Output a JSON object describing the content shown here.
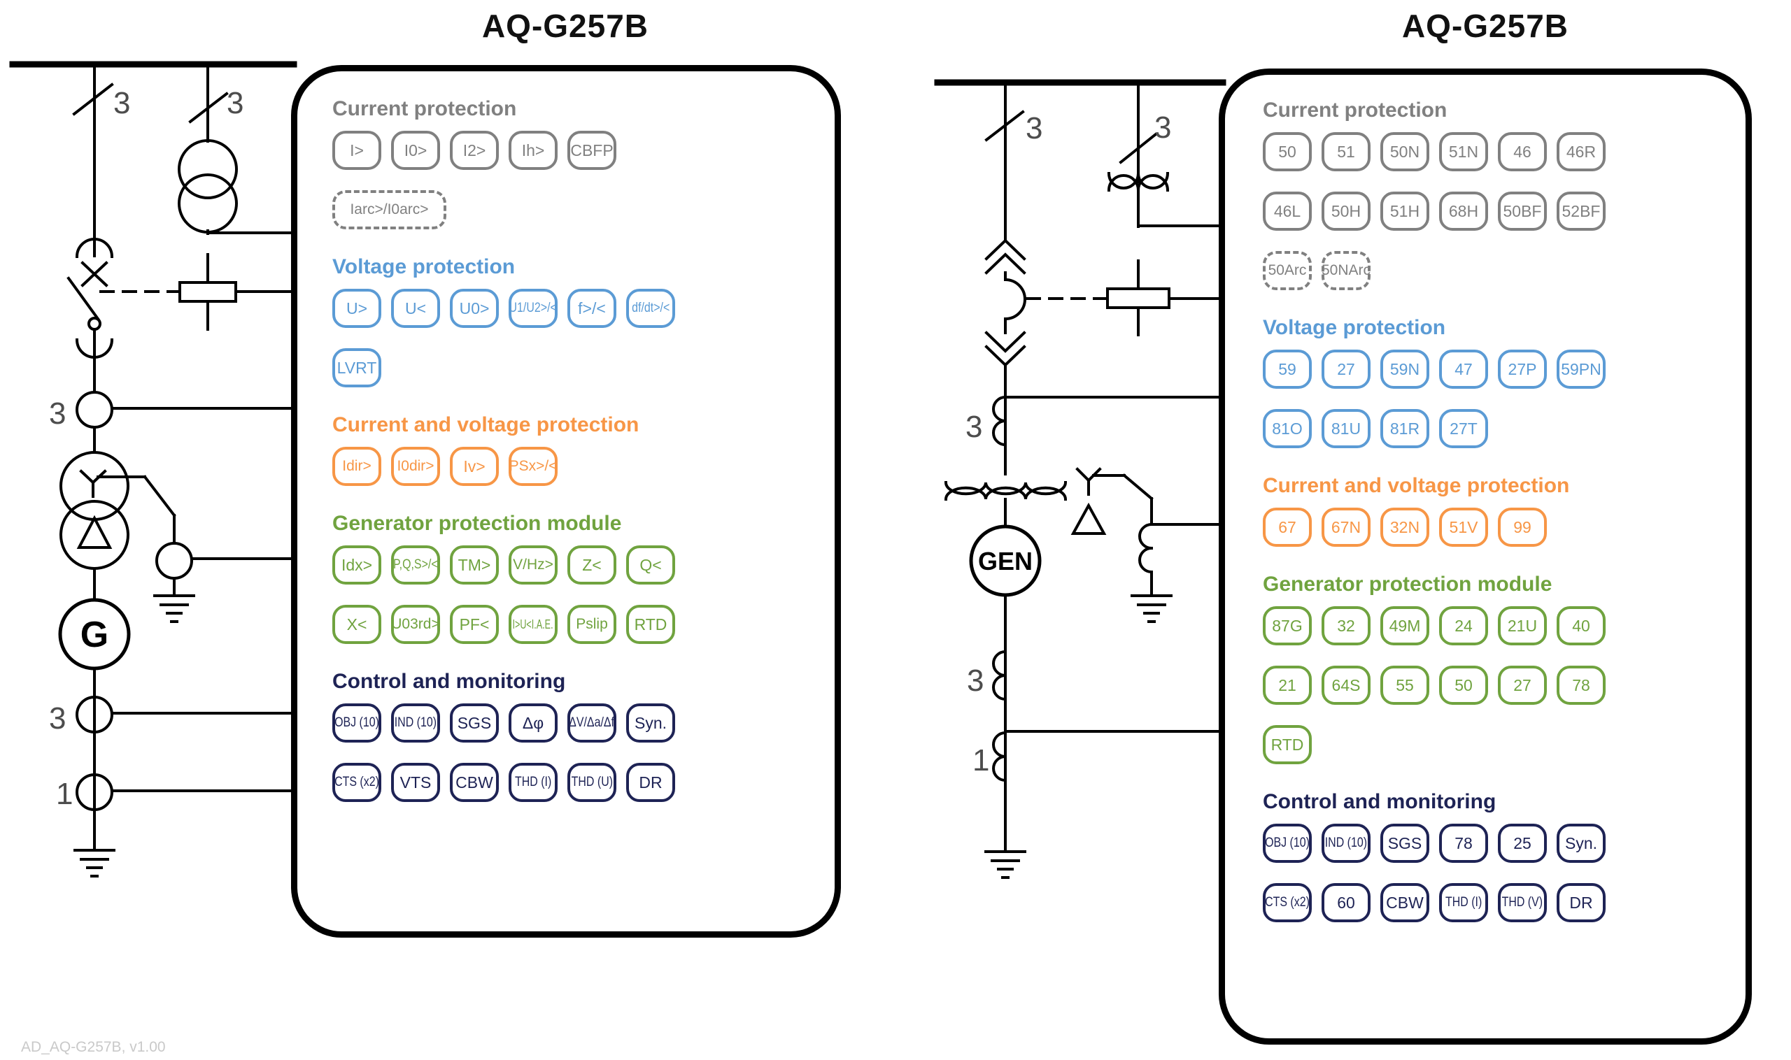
{
  "footer": {
    "version": "AD_AQ-G257B, v1.00"
  },
  "colors": {
    "current": "#808080",
    "voltage": "#5b9bd5",
    "current_voltage": "#f79646",
    "generator": "#70a33f",
    "control": "#1e2355"
  },
  "panels": [
    {
      "title": "AQ-G257B",
      "diagram": {
        "incomer_phases": "3",
        "vt_phases": "3",
        "hv_ct_phases": "3",
        "stator_ct_phases": "3",
        "neutral_ct_phases": "1",
        "generator_label": "G"
      },
      "sections": [
        {
          "title": "Current protection",
          "color": "#808080",
          "rows": [
            {
              "dashed": false,
              "badges": [
                "I>",
                "I0>",
                "I2>",
                "Ih>",
                "CBFP"
              ]
            },
            {
              "dashed": true,
              "badges": [
                "Iarc>/I0arc>"
              ]
            }
          ]
        },
        {
          "title": "Voltage protection",
          "color": "#5b9bd5",
          "rows": [
            {
              "dashed": false,
              "badges": [
                "U>",
                "U<",
                "U0>",
                "U1/U2>/<",
                "f>/<",
                "df/dt>/<"
              ]
            },
            {
              "dashed": false,
              "badges": [
                "LVRT"
              ]
            }
          ]
        },
        {
          "title": "Current and voltage protection",
          "color": "#f79646",
          "rows": [
            {
              "dashed": false,
              "badges": [
                "Idir>",
                "I0dir>",
                "Iv>",
                "PSx>/<"
              ]
            }
          ]
        },
        {
          "title": "Generator protection module",
          "color": "#70a33f",
          "rows": [
            {
              "dashed": false,
              "badges": [
                "Idx>",
                "P,Q,S>/<",
                "TM>",
                "V/Hz>",
                "Z<",
                "Q<"
              ]
            },
            {
              "dashed": false,
              "badges": [
                "X<",
                "U03rd>",
                "PF<",
                "I>U<I.A.E.",
                "Pslip",
                "RTD"
              ]
            }
          ]
        },
        {
          "title": "Control and monitoring",
          "color": "#1e2355",
          "rows": [
            {
              "dashed": false,
              "badges": [
                "OBJ (10)",
                "IND (10)",
                "SGS",
                "Δφ",
                "ΔV/Δa/Δf",
                "Syn."
              ]
            },
            {
              "dashed": false,
              "badges": [
                "CTS (x2)",
                "VTS",
                "CBW",
                "THD (I)",
                "THD (U)",
                "DR"
              ]
            }
          ]
        }
      ]
    },
    {
      "title": "AQ-G257B",
      "diagram": {
        "incomer_phases": "3",
        "vt_phases": "3",
        "hv_ct_phases": "3",
        "stator_ct_phases": "3",
        "neutral_ct_phases": "1",
        "generator_label": "GEN"
      },
      "sections": [
        {
          "title": "Current protection",
          "color": "#808080",
          "rows": [
            {
              "dashed": false,
              "badges": [
                "50",
                "51",
                "50N",
                "51N",
                "46",
                "46R"
              ]
            },
            {
              "dashed": false,
              "badges": [
                "46L",
                "50H",
                "51H",
                "68H",
                "50BF",
                "52BF"
              ]
            },
            {
              "dashed": true,
              "badges": [
                "50Arc",
                "50NArc"
              ]
            }
          ]
        },
        {
          "title": "Voltage protection",
          "color": "#5b9bd5",
          "rows": [
            {
              "dashed": false,
              "badges": [
                "59",
                "27",
                "59N",
                "47",
                "27P",
                "59PN"
              ]
            },
            {
              "dashed": false,
              "badges": [
                "81O",
                "81U",
                "81R",
                "27T"
              ]
            }
          ]
        },
        {
          "title": "Current and voltage protection",
          "color": "#f79646",
          "rows": [
            {
              "dashed": false,
              "badges": [
                "67",
                "67N",
                "32N",
                "51V",
                "99"
              ]
            }
          ]
        },
        {
          "title": "Generator protection module",
          "color": "#70a33f",
          "rows": [
            {
              "dashed": false,
              "badges": [
                "87G",
                "32",
                "49M",
                "24",
                "21U",
                "40"
              ]
            },
            {
              "dashed": false,
              "badges": [
                "21",
                "64S",
                "55",
                "50",
                "27",
                "78"
              ]
            },
            {
              "dashed": false,
              "badges": [
                "RTD"
              ]
            }
          ]
        },
        {
          "title": "Control and monitoring",
          "color": "#1e2355",
          "rows": [
            {
              "dashed": false,
              "badges": [
                "OBJ (10)",
                "IND (10)",
                "SGS",
                "78",
                "25",
                "Syn."
              ]
            },
            {
              "dashed": false,
              "badges": [
                "CTS (x2)",
                "60",
                "CBW",
                "THD (I)",
                "THD (V)",
                "DR"
              ]
            }
          ]
        }
      ]
    }
  ]
}
